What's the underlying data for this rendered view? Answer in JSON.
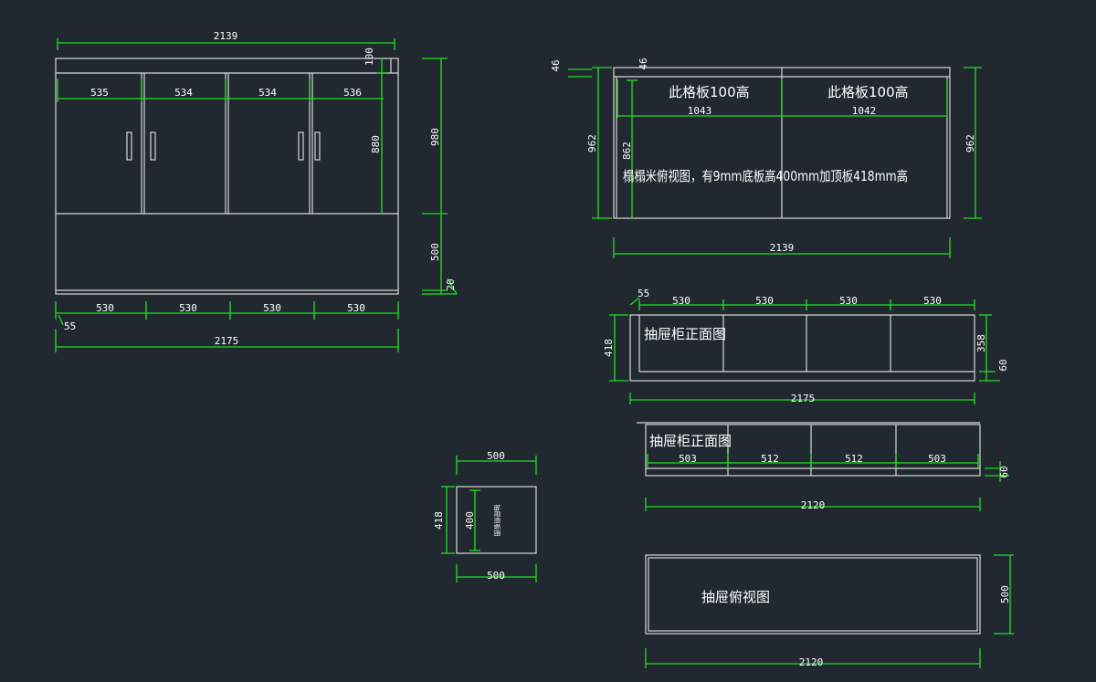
{
  "front_view": {
    "dims": {
      "top_width": "2139",
      "top_gap": "100",
      "door_widths": [
        "535",
        "534",
        "534",
        "536"
      ],
      "inner_height": "880",
      "total_height": "980",
      "base_height": "500",
      "foot_height": "20",
      "bottom_widths": [
        "530",
        "530",
        "530",
        "530"
      ],
      "offset": "55",
      "overall_width": "2175"
    }
  },
  "plan_view": {
    "dims": {
      "left_small": "46",
      "inner_small": "46",
      "left_height": "962",
      "inner_height": "862",
      "right_height": "962",
      "bay_widths": [
        "1043",
        "1042"
      ],
      "overall_width": "2139"
    },
    "labels": {
      "shelf_left": "此格板100高",
      "shelf_right": "此格板100高",
      "note": "榻榻米俯视图，有9mm底板高400mm加顶板418mm高"
    }
  },
  "drawer_front_1": {
    "label": "抽屉柜正面图",
    "dims": {
      "offset": "55",
      "widths": [
        "530",
        "530",
        "530",
        "530"
      ],
      "height": "418",
      "inner_height": "358",
      "plinth": "60",
      "overall_width": "2175"
    }
  },
  "drawer_front_2": {
    "label": "抽屉柜正面图",
    "dims": {
      "widths": [
        "503",
        "512",
        "512",
        "503"
      ],
      "plinth": "60",
      "overall_width": "2120"
    }
  },
  "side_box": {
    "dims": {
      "top": "500",
      "height": "418",
      "inner": "400",
      "bottom": "500"
    },
    "vertical_label": "抽屉侧板图"
  },
  "drawer_plan": {
    "label": "抽屉俯视图",
    "dims": {
      "depth": "500",
      "width": "2120"
    }
  }
}
